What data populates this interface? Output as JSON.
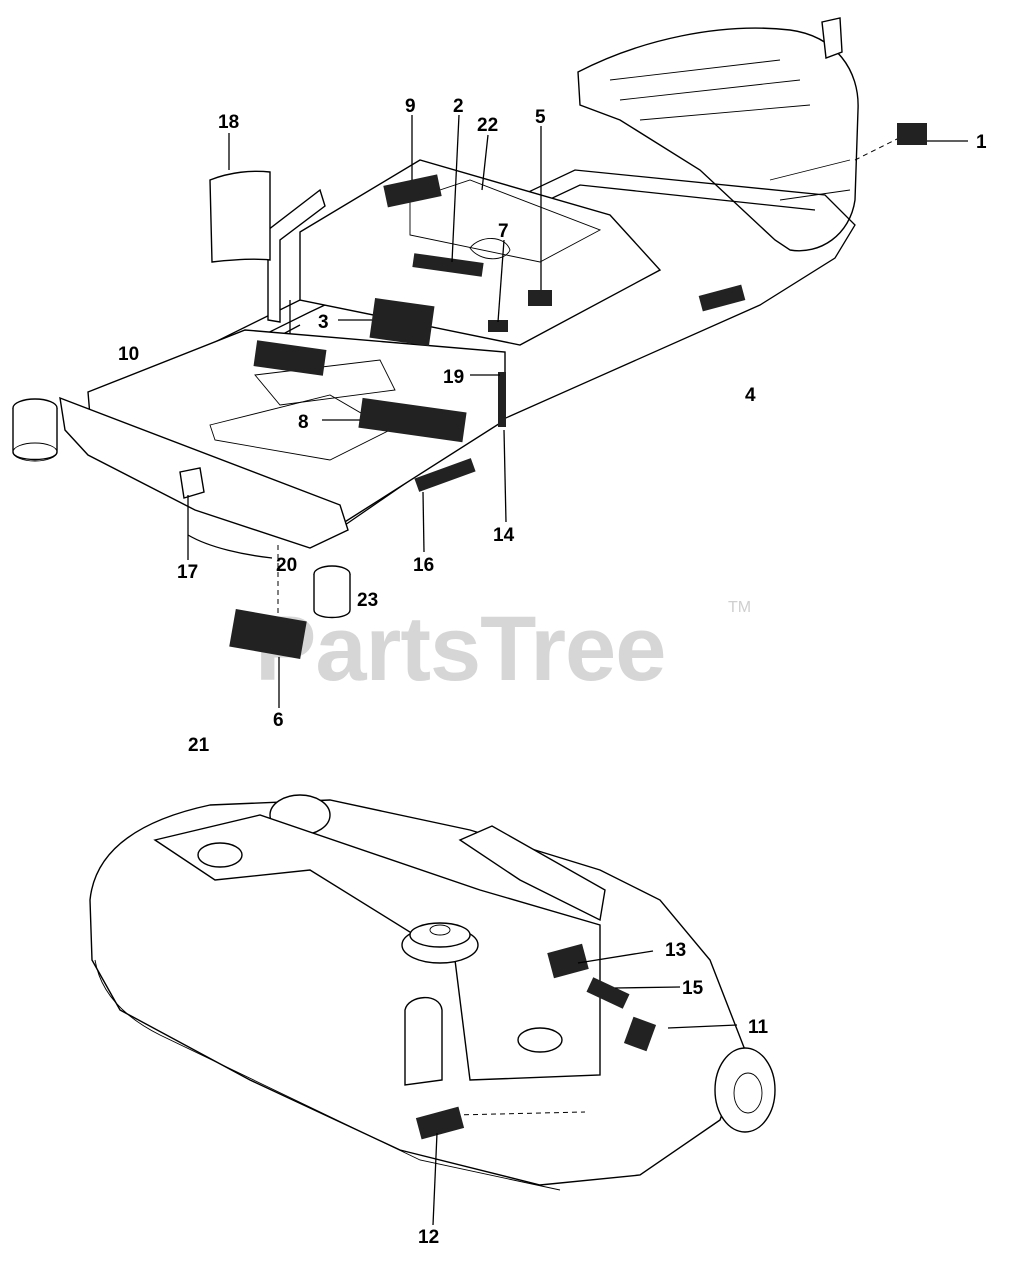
{
  "watermark": {
    "text": "PartsTree",
    "trademark": "TM"
  },
  "callouts": {
    "c1": "1",
    "c2": "2",
    "c3": "3",
    "c4": "4",
    "c5": "5",
    "c6": "6",
    "c7": "7",
    "c8": "8",
    "c9": "9",
    "c10": "10",
    "c11": "11",
    "c12": "12",
    "c13": "13",
    "c14": "14",
    "c15": "15",
    "c16": "16",
    "c17": "17",
    "c18": "18",
    "c19": "19",
    "c20": "20",
    "c21": "21",
    "c22": "22",
    "c23": "23"
  }
}
